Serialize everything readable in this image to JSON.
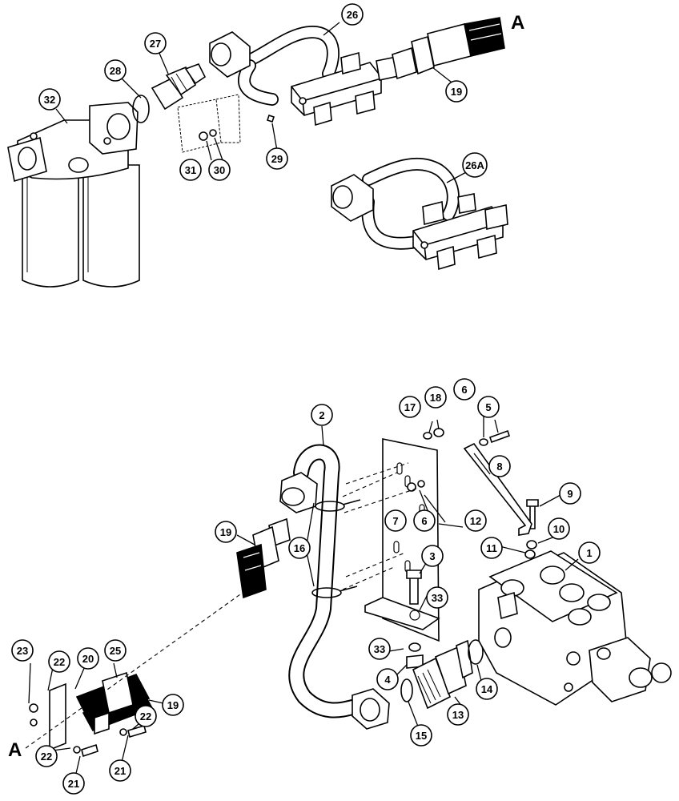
{
  "diagram": {
    "reference_marks": [
      "A",
      "A"
    ],
    "callouts": {
      "c26": "26",
      "c27": "27",
      "c28": "28",
      "c32": "32",
      "c19_top": "19",
      "c31": "31",
      "c30": "30",
      "c29": "29",
      "c26A": "26A",
      "c2": "2",
      "c17": "17",
      "c18": "18",
      "c6_top": "6",
      "c5": "5",
      "c8": "8",
      "c9": "9",
      "c7": "7",
      "c6_mid": "6",
      "c12": "12",
      "c10": "10",
      "c11": "11",
      "c1": "1",
      "c19_mid": "19",
      "c16": "16",
      "c3": "3",
      "c33_a": "33",
      "c33_b": "33",
      "c4": "4",
      "c14": "14",
      "c13": "13",
      "c15": "15",
      "c23": "23",
      "c22_a": "22",
      "c20": "20",
      "c25": "25",
      "c19_bot": "19",
      "c22_b": "22",
      "c22_c": "22",
      "c21_a": "21",
      "c21_b": "21"
    }
  }
}
